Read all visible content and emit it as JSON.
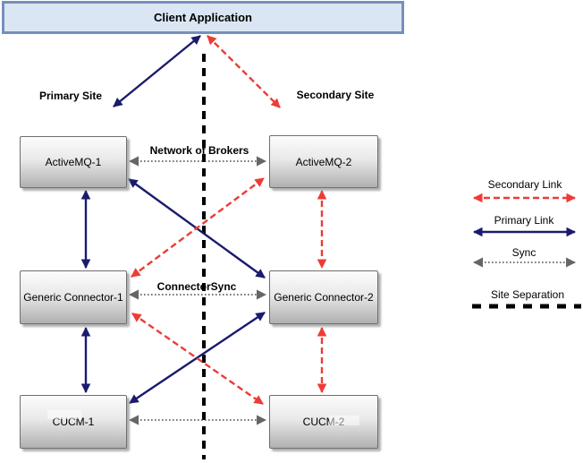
{
  "client": {
    "title": "Client Application"
  },
  "sites": {
    "primary_label": "Primary Site",
    "secondary_label": "Secondary Site"
  },
  "nodes": [
    {
      "id": "activemq-1",
      "label": "ActiveMQ-1",
      "site": "primary"
    },
    {
      "id": "activemq-2",
      "label": "ActiveMQ-2",
      "site": "secondary"
    },
    {
      "id": "generic-connector-1",
      "label": "Generic Connector-1",
      "site": "primary"
    },
    {
      "id": "generic-connector-2",
      "label": "Generic Connector-2",
      "site": "secondary"
    },
    {
      "id": "cucm-1",
      "label": "CUCM-1",
      "site": "primary"
    },
    {
      "id": "cucm-2",
      "label": "CUCM-2",
      "site": "secondary"
    }
  ],
  "link_labels": {
    "network_of_brokers": "Network of Brokers",
    "connector_sync": "ConnectorSync"
  },
  "edges": [
    {
      "from": "Client Application",
      "to": "Primary Site",
      "type": "primary"
    },
    {
      "from": "Client Application",
      "to": "Secondary Site",
      "type": "secondary"
    },
    {
      "from": "ActiveMQ-1",
      "to": "Generic Connector-1",
      "type": "primary"
    },
    {
      "from": "Generic Connector-1",
      "to": "CUCM-1",
      "type": "primary"
    },
    {
      "from": "ActiveMQ-1",
      "to": "Generic Connector-2",
      "type": "primary"
    },
    {
      "from": "Generic Connector-2",
      "to": "CUCM-1",
      "type": "primary"
    },
    {
      "from": "ActiveMQ-2",
      "to": "Generic Connector-2",
      "type": "secondary"
    },
    {
      "from": "Generic Connector-2",
      "to": "CUCM-2",
      "type": "secondary"
    },
    {
      "from": "ActiveMQ-2",
      "to": "Generic Connector-1",
      "type": "secondary"
    },
    {
      "from": "Generic Connector-1",
      "to": "CUCM-2",
      "type": "secondary"
    },
    {
      "from": "ActiveMQ-1",
      "to": "ActiveMQ-2",
      "type": "sync",
      "label": "Network of Brokers"
    },
    {
      "from": "Generic Connector-1",
      "to": "Generic Connector-2",
      "type": "sync",
      "label": "ConnectorSync"
    },
    {
      "from": "CUCM-1",
      "to": "CUCM-2",
      "type": "sync"
    }
  ],
  "legend": [
    {
      "label": "Secondary Link",
      "type": "secondary"
    },
    {
      "label": "Primary Link",
      "type": "primary"
    },
    {
      "label": "Sync",
      "type": "sync"
    },
    {
      "label": "Site Separation",
      "type": "site-separation"
    }
  ],
  "colors": {
    "primary_link": "#1a1a6e",
    "secondary_link": "#ee3b36",
    "sync_link": "#4c4c4c",
    "site_separation": "#000000",
    "client_box_fill": "#dbe6f4",
    "client_box_border": "#7590bb"
  }
}
